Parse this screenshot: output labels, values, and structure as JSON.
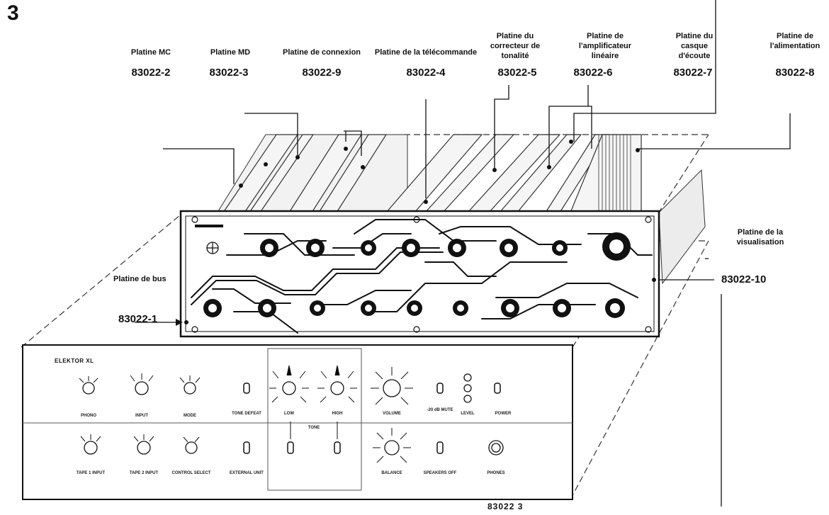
{
  "figure": {
    "number": "3",
    "caption": "83022 3"
  },
  "boards_top": [
    {
      "name": "Platine MC",
      "code": "83022-2"
    },
    {
      "name": "Platine MD",
      "code": "83022-3"
    },
    {
      "name": "Platine de connexion",
      "code": "83022-9"
    },
    {
      "name": "Platine de la télécommande",
      "code": "83022-4"
    },
    {
      "name": "Platine du correcteur de tonalité",
      "code": "83022-5"
    },
    {
      "name": "Platine de l'amplificateur linéaire",
      "code": "83022-6"
    },
    {
      "name": "Platine du casque d'écoute",
      "code": "83022-7"
    },
    {
      "name": "Platine de l'alimentation",
      "code": "83022-8"
    }
  ],
  "bus_board": {
    "name": "Platine de bus",
    "code": "83022-1"
  },
  "display_board": {
    "name": "Platine de la visualisation",
    "code": "83022-10"
  },
  "front_panel": {
    "brand": "ELEKTOR XL",
    "row1_labels": [
      "PHONO",
      "INPUT",
      "MODE",
      "TONE DEFEAT",
      "LOW",
      "HIGH",
      "VOLUME",
      "-20 dB MUTE",
      "LEVEL",
      "POWER"
    ],
    "row2_labels": [
      "TAPE 1 INPUT",
      "TAPE 2 INPUT",
      "CONTROL SELECT",
      "EXTERNAL UNIT",
      "TONE",
      "BALANCE",
      "SPEAKERS OFF",
      "PHONES"
    ]
  }
}
